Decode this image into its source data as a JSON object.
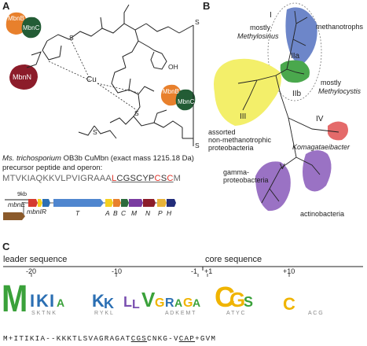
{
  "panels": {
    "a": "A",
    "b": "B",
    "c": "C"
  },
  "panel_a": {
    "protein_labels": {
      "mbnb_top": "MbnB",
      "mbnc_top": "MbnC",
      "mbnn": "MbnN",
      "mbnb_bottom": "MbnB",
      "mbnc_bottom": "MbnC"
    },
    "atoms": {
      "cu": "Cu",
      "s1": "S",
      "s2": "S",
      "s_top_right": "S",
      "s_bottom_right": "S",
      "s_methionine": "S",
      "oh": "OH"
    },
    "caption_line1_organism": "Ms. trichosporium",
    "caption_line1_rest": " OB3b CuMbn (exact mass 1215.18 Da)",
    "caption_line2": "precursor peptide and operon:",
    "sequence": {
      "leader": "MTVKIAQKKVLPVIGRAAA",
      "c1": "L",
      "mid1": "C",
      "mid2": "GSCYP",
      "c2": "C",
      "mid3": "S",
      "c3": "C",
      "tail": "M"
    },
    "scale_label": "9kb",
    "genes": [
      "mbnE",
      "mbnIR",
      "T",
      "A",
      "B",
      "C",
      "M",
      "N",
      "P",
      "H"
    ]
  },
  "panel_b": {
    "labels": {
      "I": "I",
      "methylosinus_prefix": "mostly",
      "methylosinus": "Methylosinus",
      "methanotrophs": "methanotrophs",
      "IIa": "IIa",
      "IIb": "IIb",
      "methylocystis_prefix": "mostly",
      "methylocystis": "Methylocystis",
      "III": "III",
      "assorted_1": "assorted",
      "assorted_2": "non-methanotrophic",
      "assorted_3": "proteobacteria",
      "IV": "IV",
      "komagataeibacter": "Komagataeibacter",
      "gamma_1": "gamma-",
      "gamma_2": "proteobacteria",
      "V": "V",
      "actino": "actinobacteria"
    }
  },
  "panel_c": {
    "leader_sequence": "leader sequence",
    "core_sequence": "core sequence",
    "ticks": [
      "-20",
      "-10",
      "-1",
      "+1",
      "+10"
    ],
    "consensus": "M+ITIKIA--KKKTLSVAGRAGAT",
    "consensus_core": "CGS",
    "consensus_mid": "CNKG-V",
    "consensus_cap": "CAP",
    "consensus_end": "+GVM",
    "logo_letters": [
      "M",
      "I",
      "K",
      "I",
      "A",
      "K",
      "K",
      "L",
      "L",
      "V",
      "G",
      "R",
      "A",
      "G",
      "A",
      "C",
      "G",
      "S",
      "C"
    ]
  },
  "colors": {
    "mbnb": "#e8802c",
    "mbnc": "#235c35",
    "mbnn": "#8c1c2a",
    "clade_I": "#6d86c9",
    "clade_II": "#4aa84d",
    "clade_III": "#f3ef6a",
    "clade_IV": "#e46a6a",
    "clade_V": "#9a72c4"
  }
}
